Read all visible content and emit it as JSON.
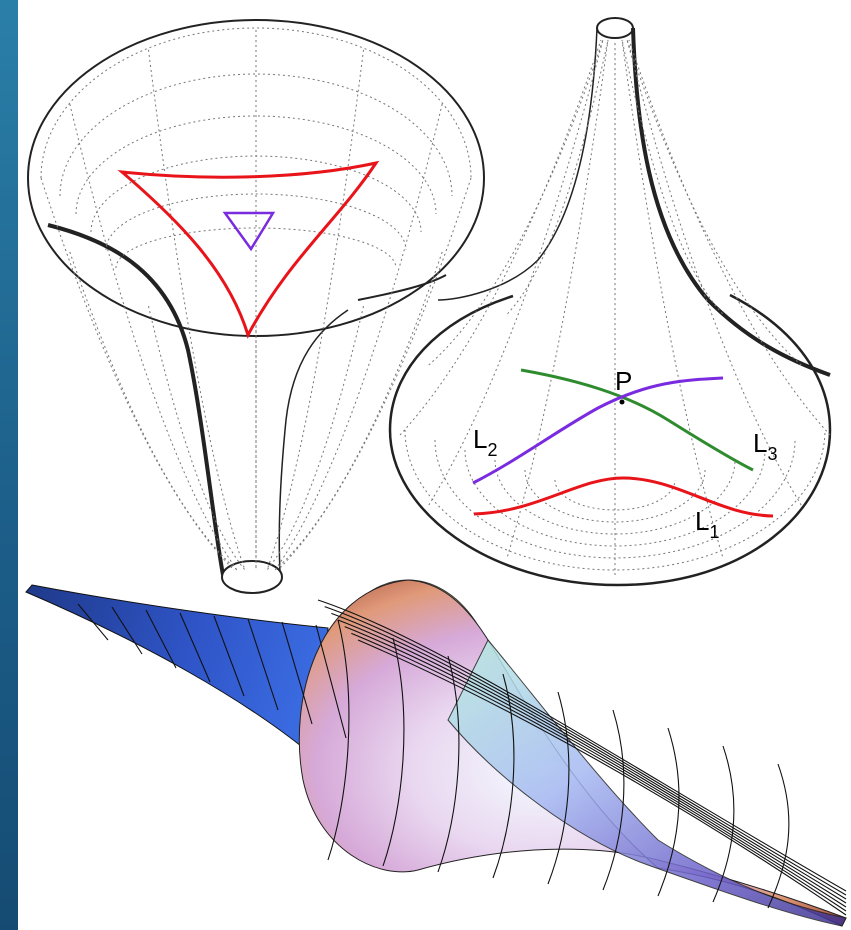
{
  "figure": {
    "labels": {
      "point": "P",
      "line1": {
        "letter": "L",
        "subscript": "1"
      },
      "line2": {
        "letter": "L",
        "subscript": "2"
      },
      "line3": {
        "letter": "L",
        "subscript": "3"
      }
    },
    "colors": {
      "frame": "#1c5f8a",
      "triangle_large": "#e8141a",
      "triangle_small": "#7a2be0",
      "line1": "#e8141a",
      "line2": "#7a2be0",
      "line3": "#2e8b2e"
    }
  }
}
